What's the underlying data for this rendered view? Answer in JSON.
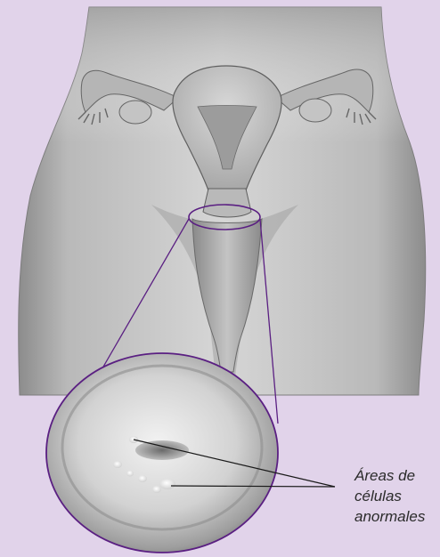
{
  "figure": {
    "background_color": "#e1d3ea",
    "outline_color": "#5a1f82",
    "label_color": "#2b2b2b",
    "callout_lines": [
      "Áreas de",
      "células",
      "anormales"
    ]
  }
}
